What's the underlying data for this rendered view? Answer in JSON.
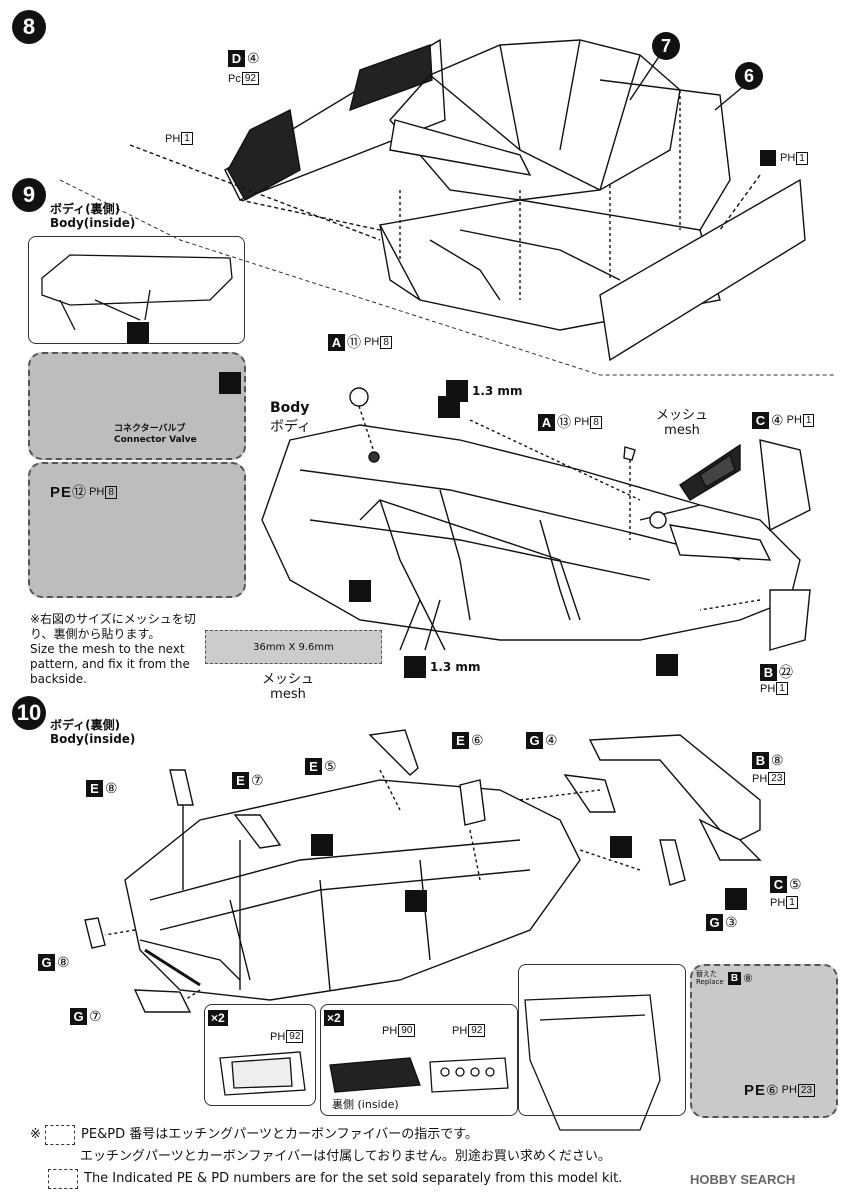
{
  "steps": {
    "s8": "8",
    "s9": "9",
    "s10": "10"
  },
  "callouts": {
    "c7": "7",
    "c6": "6"
  },
  "labels": {
    "body_inside_9": "ボディ(裏側)",
    "body_inside_9_en": "Body(inside)",
    "body_inside_10": "ボディ(裏側)",
    "body_inside_10_en": "Body(inside)",
    "body_en": "Body",
    "body_jp": "ボディ",
    "mesh_jp_1": "メッシュ",
    "mesh_en_1": "mesh",
    "mesh_jp_2": "メッシュ",
    "mesh_en_2": "mesh",
    "connector_jp": "コネクターバルブ",
    "connector_en": "Connector Valve",
    "mesh_size": "36mm X 9.6mm",
    "thickness_1": "1.3 mm",
    "thickness_2": "1.3 mm",
    "inside_jp": "裏側 (inside)",
    "replace_jp": "替えた",
    "replace_en": "Replace"
  },
  "parts": {
    "d4": {
      "letter": "D",
      "num": "④"
    },
    "pc92": {
      "prefix": "Pc",
      "num": "92"
    },
    "ph1_s8": {
      "prefix": "PH",
      "num": "1"
    },
    "pk_ph1": {
      "prefix": "PH",
      "num": "1"
    },
    "a11": {
      "letter": "A",
      "num": "⑪",
      "ph": "8"
    },
    "a13": {
      "letter": "A",
      "num": "⑬",
      "ph": "8"
    },
    "c4": {
      "letter": "C",
      "num": "④",
      "ph": "1"
    },
    "b22": {
      "letter": "B",
      "num": "㉒",
      "ph": "1"
    },
    "pe12": {
      "letter": "PE",
      "num": "⑫",
      "ph": "8"
    },
    "e8": {
      "letter": "E",
      "num": "⑧"
    },
    "e7": {
      "letter": "E",
      "num": "⑦"
    },
    "e5": {
      "letter": "E",
      "num": "⑤"
    },
    "e6": {
      "letter": "E",
      "num": "⑥"
    },
    "g4": {
      "letter": "G",
      "num": "④"
    },
    "b8": {
      "letter": "B",
      "num": "⑧",
      "ph": "23"
    },
    "c5": {
      "letter": "C",
      "num": "⑤",
      "ph": "1"
    },
    "g3": {
      "letter": "G",
      "num": "③"
    },
    "g8": {
      "letter": "G",
      "num": "⑧"
    },
    "g7": {
      "letter": "G",
      "num": "⑦"
    },
    "ph92a": {
      "prefix": "PH",
      "num": "92"
    },
    "ph90": {
      "prefix": "PH",
      "num": "90"
    },
    "ph92b": {
      "prefix": "PH",
      "num": "92"
    },
    "b8_rep": {
      "letter": "B",
      "num": "⑧"
    },
    "pe6": {
      "letter": "PE",
      "num": "⑥",
      "ph": "23"
    }
  },
  "multipliers": {
    "m1": "×2",
    "m2": "×2"
  },
  "notes": {
    "mesh_jp": "※右図のサイズにメッシュを切り、裏側から貼ります。",
    "mesh_en": "Size the mesh to the next pattern, and fix it from the backside.",
    "footer_mark": "※",
    "footer_jp1": "PE&PD 番号はエッチングパーツとカーボンファイバーの指示です。",
    "footer_jp2": "エッチングパーツとカーボンファイバーは付属しておりません。別途お買い求めください。",
    "footer_en": "The Indicated PE & PD numbers are for the set sold separately from this model kit."
  },
  "watermark": "HOBBY SEARCH"
}
